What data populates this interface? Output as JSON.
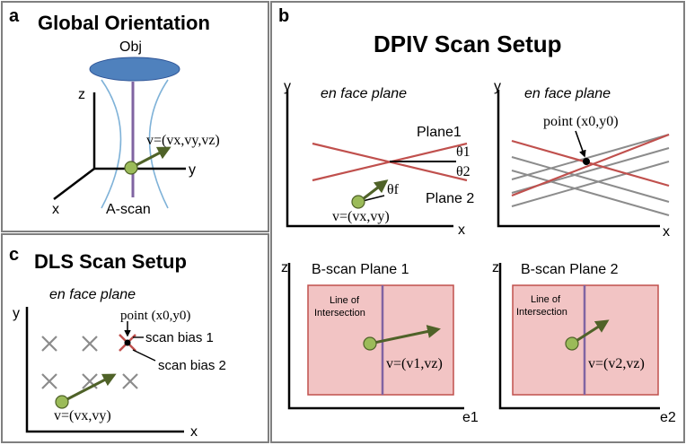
{
  "panel_a": {
    "letter": "a",
    "title": "Global Orientation",
    "objective_label": "Obj",
    "axis_z": "z",
    "axis_y": "y",
    "axis_x": "x",
    "velocity_label": "v=(vx,vy,vz)",
    "ascan_label": "A-scan"
  },
  "panel_b": {
    "letter": "b",
    "title": "DPIV Scan Setup",
    "enface_left": {
      "axis_y": "y",
      "axis_x": "x",
      "plane_label": "en face plane",
      "plane1_label": "Plane1",
      "plane2_label": "Plane 2",
      "theta1": "θ1",
      "theta2": "θ2",
      "thetaf": "θf",
      "velocity_label": "v=(vx,vy)"
    },
    "enface_right": {
      "axis_y": "y",
      "axis_x": "x",
      "plane_label": "en face plane",
      "point_label": "point (x0,y0)"
    },
    "bscan1": {
      "axis_z": "z",
      "axis_e": "e1",
      "title": "B-scan Plane 1",
      "intersection_line1": "Line of",
      "intersection_line2": "Intersection",
      "velocity_label": "v=(v1,vz)"
    },
    "bscan2": {
      "axis_z": "z",
      "axis_e": "e2",
      "title": "B-scan Plane 2",
      "intersection_line1": "Line of",
      "intersection_line2": "Intersection",
      "velocity_label": "v=(v2,vz)"
    }
  },
  "panel_c": {
    "letter": "c",
    "title": "DLS Scan Setup",
    "plane_label": "en face plane",
    "axis_y": "y",
    "axis_x": "x",
    "point_label": "point (x0,y0)",
    "bias1": "scan bias 1",
    "bias2": "scan bias 2",
    "velocity_label": "v=(vx,vy)"
  },
  "colors": {
    "red_line": "#c0504d",
    "gray_line": "#8c8c8c",
    "green_arrow": "#4f6228",
    "green_dot": "#9bbb59",
    "purple_line": "#8064a2",
    "blue_objective": "#4f81bd",
    "pink_fill": "#f2c4c4",
    "border": "#7f7f7f"
  }
}
